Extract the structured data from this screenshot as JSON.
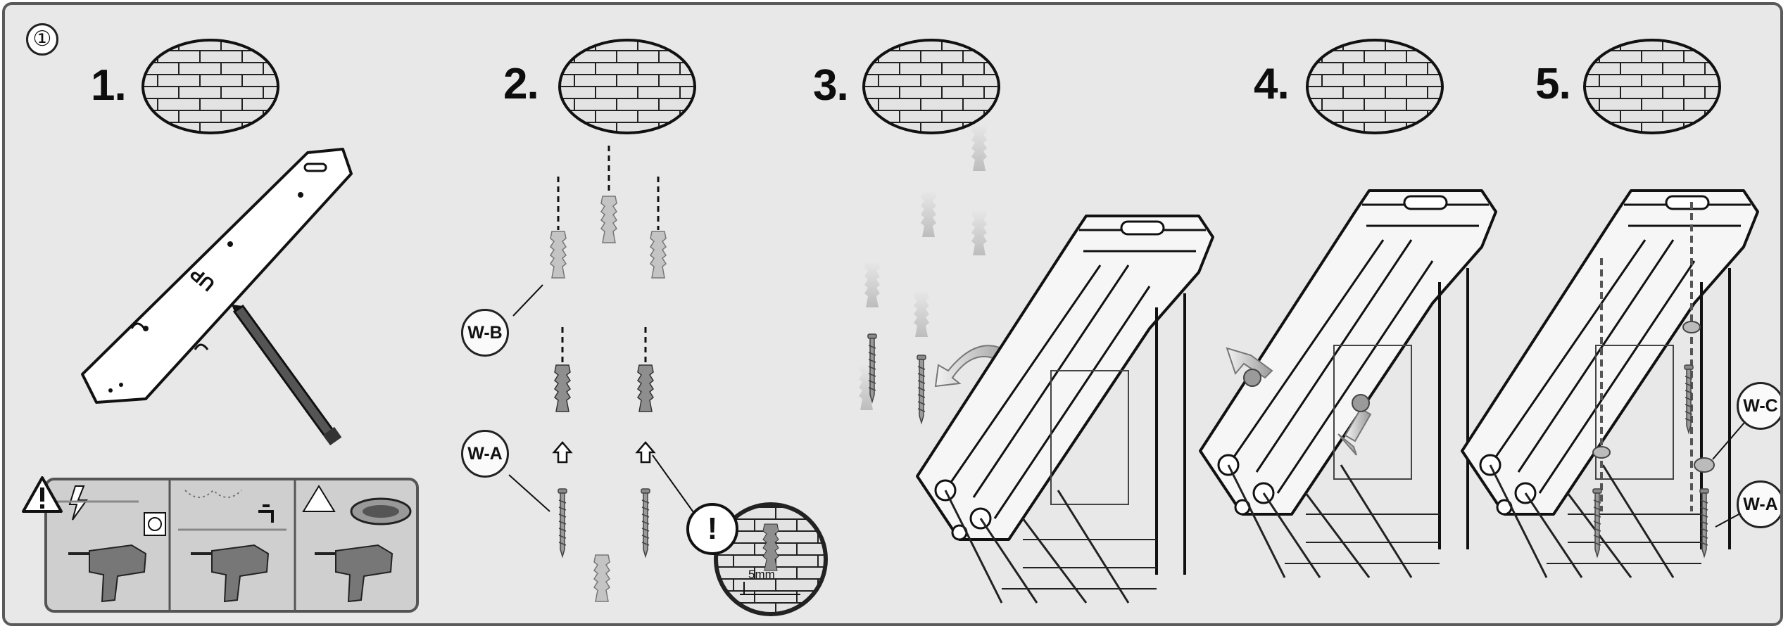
{
  "page_marker": "①",
  "steps": [
    {
      "number": "1."
    },
    {
      "number": "2."
    },
    {
      "number": "3."
    },
    {
      "number": "4."
    },
    {
      "number": "5."
    }
  ],
  "plate_text": "UP",
  "callouts": {
    "wb": "W-B",
    "wa_step2": "W-A",
    "wc": "W-C",
    "wa_step5": "W-A",
    "attention": "!"
  },
  "measurement": "5mm",
  "warning_panel": {
    "icons": [
      "electric-shock-icon",
      "socket-icon",
      "water-tap-icon",
      "gas-warning-icon"
    ]
  },
  "colors": {
    "background": "#e8e8e8",
    "frame": "#5a5a5a",
    "ink": "#111111",
    "plug": "#bdbdbd",
    "warning_panel": "#cfcfcf"
  }
}
